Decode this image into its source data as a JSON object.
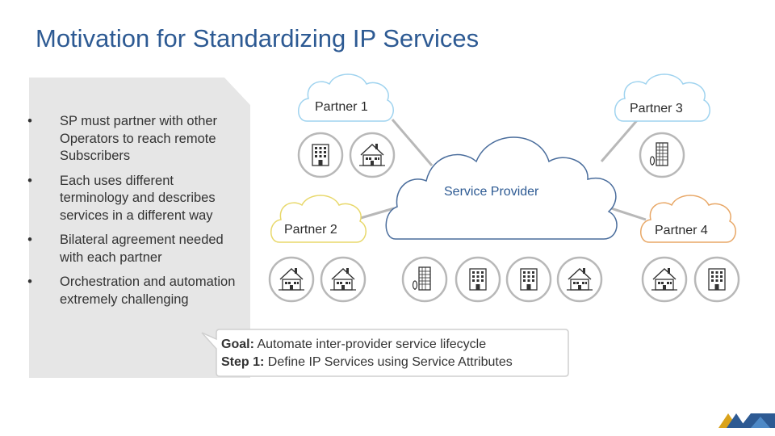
{
  "title": "Motivation for Standardizing IP Services",
  "bullets": [
    "SP must partner with other Operators to reach remote Subscribers",
    "Each uses different terminology and describes services in a different way",
    "Bilateral agreement needed with each partner",
    "Orchestration and automation extremely challenging"
  ],
  "bullet_glyph": "•",
  "clouds": {
    "partner1": "Partner 1",
    "partner2": "Partner 2",
    "partner3": "Partner 3",
    "partner4": "Partner 4",
    "service_provider": "Service Provider"
  },
  "callout": {
    "goal_label": "Goal:",
    "goal_text": " Automate inter-provider service lifecycle",
    "step_label": "Step 1:",
    "step_text": " Define IP Services using Service Attributes"
  },
  "colors": {
    "title": "#2d5a93",
    "gray_panel": "#e6e6e6",
    "sp_cloud": "#2d5a93",
    "partner1_cloud": "#9fd3ef",
    "partner2_cloud": "#e8d86a",
    "partner3_cloud": "#9fd3ef",
    "partner4_cloud": "#e8a766",
    "links": "#b8b8b8"
  },
  "icons": {
    "office": "office-building-icon",
    "house": "house-icon",
    "tower": "tower-building-icon",
    "logo": "company-logo"
  }
}
